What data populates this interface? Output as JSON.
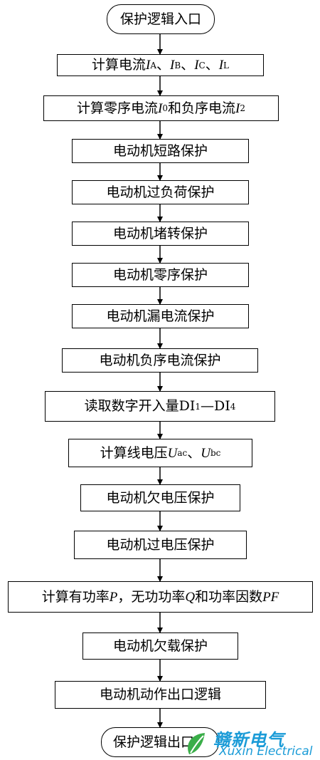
{
  "flowchart": {
    "start": "保护逻辑入口",
    "steps": {
      "calc_current": {
        "text": "计算电流",
        "v1": "I",
        "s1": "A",
        "sep1": "、",
        "v2": "I",
        "s2": "B",
        "sep2": "、",
        "v3": "I",
        "s3": "C",
        "sep3": "、",
        "v4": "I",
        "s4": "L"
      },
      "calc_seq": {
        "t1": "计算零序电流",
        "v1": "I",
        "s1": "0",
        "t2": "和负序电流",
        "v2": "I",
        "s2": "2"
      },
      "short_circuit": "电动机短路保护",
      "overload": "电动机过负荷保护",
      "locked_rotor": "电动机堵转保护",
      "zero_seq": "电动机零序保护",
      "leakage": "电动机漏电流保护",
      "neg_seq": "电动机负序电流保护",
      "read_di": {
        "t1": "读取数字开入量DI",
        "s1": "1",
        "t2": "—DI",
        "s2": "4"
      },
      "calc_voltage": {
        "t1": "计算线电压",
        "v1": "U",
        "s1": "ac",
        "t2": "、",
        "v2": "U",
        "s2": "bc"
      },
      "undervoltage": "电动机欠电压保护",
      "overvoltage": "电动机过电压保护",
      "calc_power": {
        "t1": "计算有功率",
        "v1": "P",
        "t2": "，无功功率",
        "v2": "Q",
        "t3": "和功率因数",
        "v3": "PF"
      },
      "underload": "电动机欠载保护",
      "trip_logic": "电动机动作出口逻辑"
    },
    "end": "保护逻辑出口"
  },
  "watermark": {
    "brand_cn": "赣新电气",
    "brand_en": "Xuxin Electrical",
    "brand_color": "#1a9bd7",
    "leaf_color": "#3aae49"
  }
}
